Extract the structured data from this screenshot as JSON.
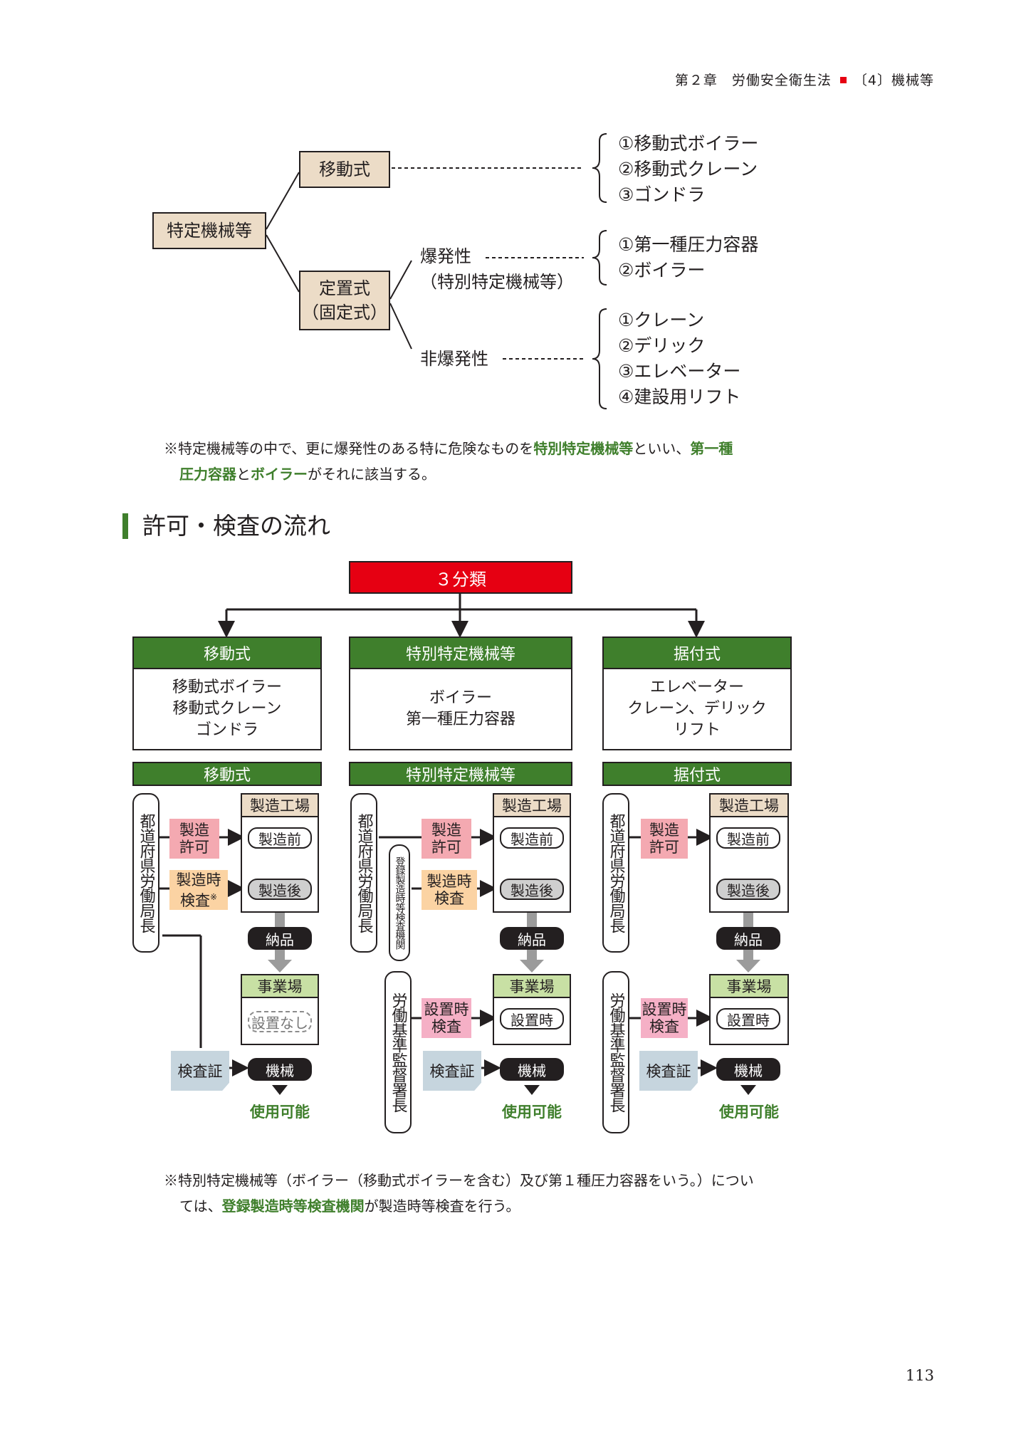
{
  "header": {
    "chapter": "第２章　労働安全衛生法",
    "section": "〔4〕機械等"
  },
  "tree": {
    "root": "特定機械等",
    "mobile": "移動式",
    "fixed_line1": "定置式",
    "fixed_line2": "（固定式）",
    "explosive_line1": "爆発性",
    "explosive_line2": "（特別特定機械等）",
    "nonexplosive": "非爆発性",
    "mobile_items": [
      "①移動式ボイラー",
      "②移動式クレーン",
      "③ゴンドラ"
    ],
    "explosive_items": [
      "①第一種圧力容器",
      "②ボイラー"
    ],
    "nonexplosive_items": [
      "①クレーン",
      "②デリック",
      "③エレベーター",
      "④建設用リフト"
    ]
  },
  "note1": {
    "p1": "※特定機械等の中で、更に爆発性のある特に危険なものを",
    "b1": "特別特定機械等",
    "p2": "といい、",
    "b2": "第一種",
    "b3": "圧力容器",
    "p3": "と",
    "b4": "ボイラー",
    "p4": "がそれに該当する。"
  },
  "section_title": "許可・検査の流れ",
  "flow": {
    "top": "３分類",
    "groups": [
      {
        "head": "移動式",
        "items": [
          "移動式ボイラー",
          "移動式クレーン",
          "ゴンドラ"
        ],
        "band": "移動式"
      },
      {
        "head": "特別特定機械等",
        "items": [
          "ボイラー",
          "第一種圧力容器"
        ],
        "band": "特別特定機械等"
      },
      {
        "head": "据付式",
        "items": [
          "エレベーター",
          "クレーン、デリック",
          "リフト"
        ],
        "band": "据付式"
      }
    ],
    "pref": "都道府県労働局長",
    "registered": "登録製造時等検査機関",
    "labor": "労働基準監督署長",
    "factory": "製造工場",
    "permit_l1": "製造",
    "permit_l2": "許可",
    "insp_l1": "製造時",
    "insp_l2": "検査",
    "insp_mark": "※",
    "before": "製造前",
    "after": "製造後",
    "delivery": "納品",
    "site": "事業場",
    "none": "設置なし",
    "install_l1": "設置時",
    "install_l2": "検査",
    "install": "設置時",
    "cert": "検査証",
    "machine": "機械",
    "usable": "使用可能"
  },
  "note2": {
    "p1": "※特別特定機械等（ボイラー（移動式ボイラーを含む）及び第１種圧力容器をいう。）につい",
    "p2": "ては、",
    "b1": "登録製造時等検査機関",
    "p3": "が製造時等検査を行う。"
  },
  "page_number": "113"
}
